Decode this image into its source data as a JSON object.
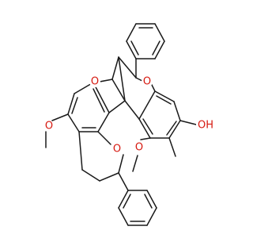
{
  "atoms": {
    "ring_oxygen_left": "O",
    "ring_oxygen_right": "O",
    "pyran_oxygen": "O",
    "methoxy_left_o": "O",
    "methoxy_right_o": "O",
    "hydroxyl": "OH"
  },
  "colors": {
    "bond": "#1a1a1a",
    "heteroatom": "#d6180f",
    "background": "#ffffff"
  }
}
